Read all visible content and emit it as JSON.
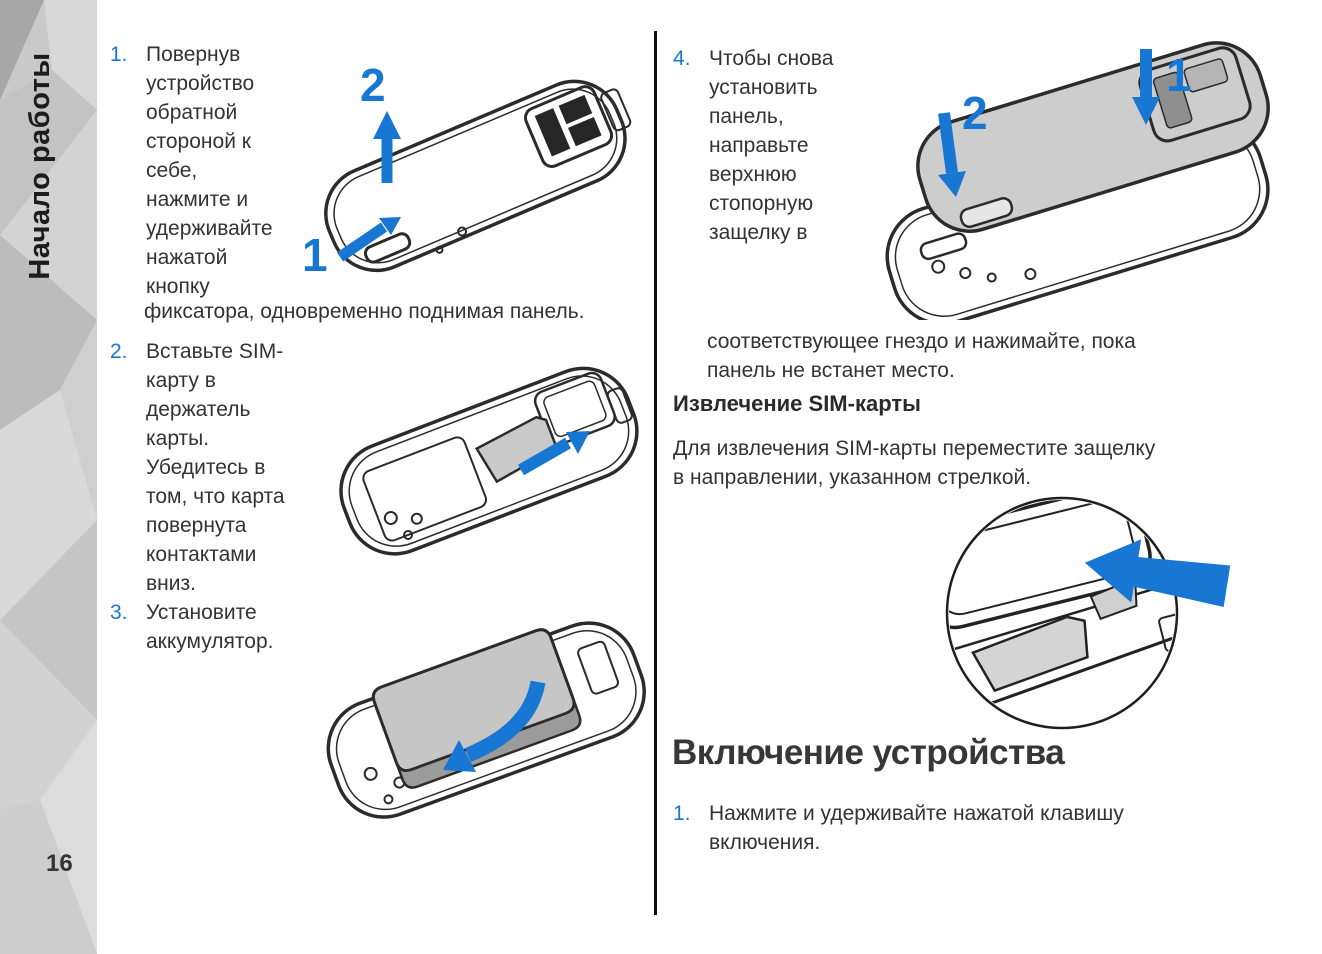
{
  "accent": "#1877d2",
  "sidebar": {
    "title": "Начало работы",
    "page_number": "16"
  },
  "steps_left": [
    {
      "num": "1.",
      "narrow": "Повернув\nустройство\nобратной\nстороной к\nсебе,\nнажмите и\nудерживайте\nнажатой\nкнопку",
      "wide": "фиксатора, одновременно поднимая панель."
    },
    {
      "num": "2.",
      "narrow": "Вставьте SIM-\nкарту в\nдержатель\nкарты.\nУбедитесь в\nтом, что карта\nповернута\nконтактами\nвниз."
    },
    {
      "num": "3.",
      "narrow": "Установите\nаккумулятор."
    }
  ],
  "steps_right": {
    "step4": {
      "num": "4.",
      "narrow": "Чтобы снова\nустановить\nпанель,\nнаправьте\nверхнюю\nстопорную\nзащелку в",
      "wide": "соответствующее гнездо и нажимайте, пока\nпанель не встанет место."
    }
  },
  "sim_removal": {
    "heading": "Извлечение SIM-карты",
    "body": "Для извлечения SIM-карты переместите защелку\nв направлении, указанном стрелкой."
  },
  "power_on": {
    "heading": "Включение устройства",
    "step": {
      "num": "1.",
      "text": "Нажмите и удерживайте нажатой клавишу\nвключения."
    }
  },
  "illustrations": {
    "step1": {
      "label_1": "1",
      "label_2": "2"
    },
    "step4": {
      "label_1": "1",
      "label_2": "2"
    }
  }
}
